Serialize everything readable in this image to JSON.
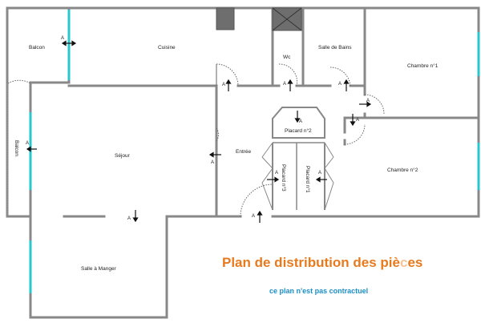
{
  "colors": {
    "wall": "#888888",
    "window": "#27c8cc",
    "title": "#e87a1e",
    "subtitle": "#1a8fc8",
    "duct": "#6e6e6e"
  },
  "rooms": {
    "balcon": "Balcon",
    "cuisine": "Cuisine",
    "wc": "Wc",
    "salle_de_bains": "Salle de Bains",
    "chambre1": "Chambre n°1",
    "balcon_side": "Balcon",
    "sejour": "Séjour",
    "entree": "Entrée",
    "placard2": "Placard n°2",
    "placard3": "Placard n°3",
    "placard1": "Placard n°1",
    "chambre2": "Chambre n°2",
    "salle_a_manger": "Salle à Manger"
  },
  "access_marker": "A",
  "title_main": "Plan de distribution des piè",
  "title_faded": "c",
  "title_end": "es",
  "subtitle": "ce plan n'est pas contractuel"
}
